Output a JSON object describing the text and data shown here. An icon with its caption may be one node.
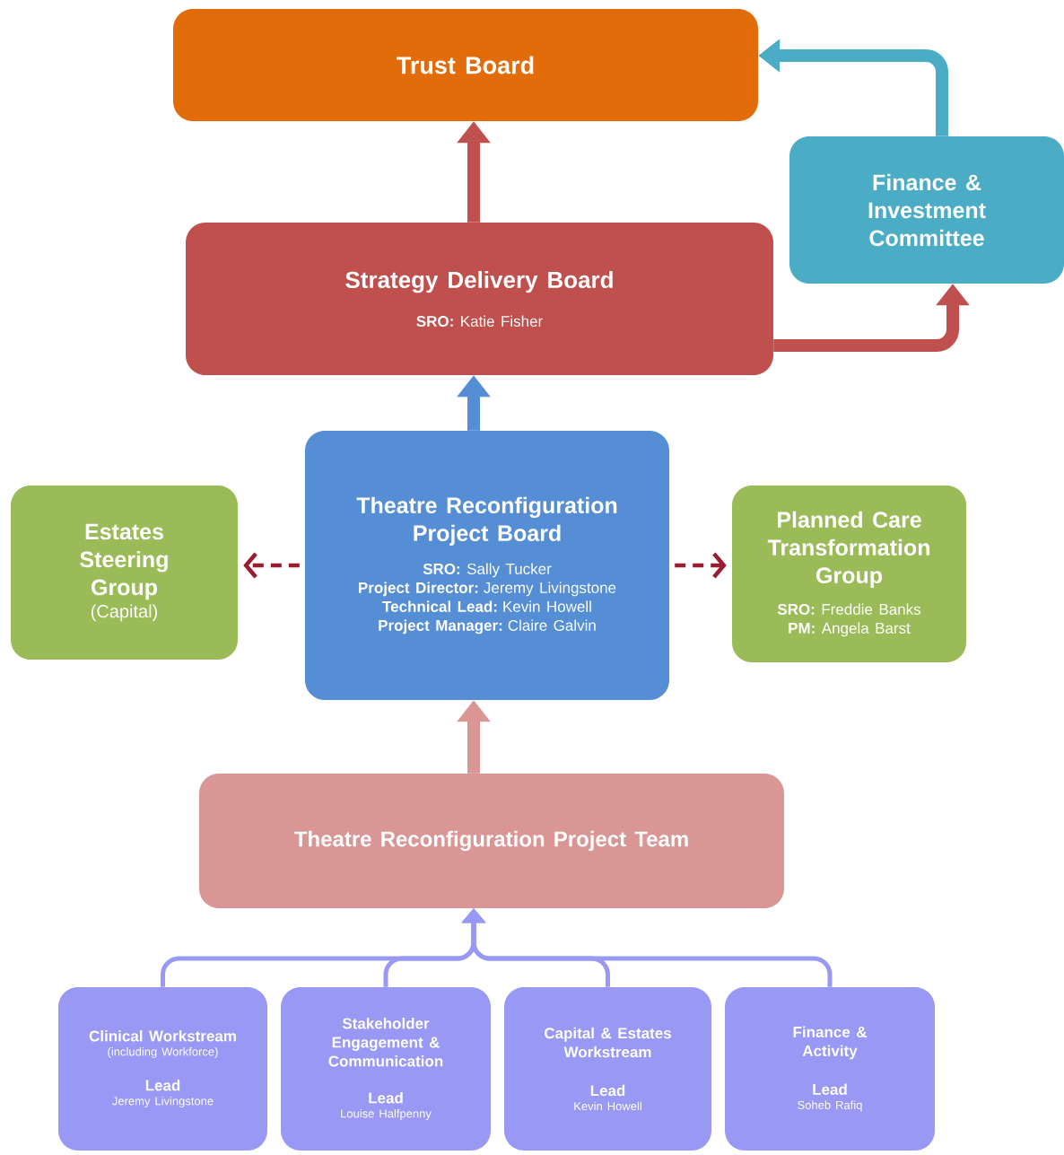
{
  "diagram": {
    "nodes": [
      {
        "text": [
          "Trust Board"
        ]
      },
      {
        "text": [
          "Finance & Investment Committee"
        ]
      },
      {
        "text": [
          "Strategy Delivery Board",
          "**SRO:** Katie Fisher"
        ]
      },
      {
        "text": [
          "Estates Steering Group",
          "(Capital)"
        ]
      },
      {
        "text": [
          "Theatre Reconfiguration Project Board",
          "**SRO:** Sally Tucker",
          "**Project Director:** Jeremy Livingstone",
          "**Technical Lead:** Kevin Howell",
          "**Project Manager:** Claire Galvin"
        ]
      },
      {
        "text": [
          "Planned Care Transformation Group",
          "**SRO:** Freddie Banks",
          "**PM:** Angela Barst"
        ]
      },
      {
        "text": [
          "Theatre Reconfiguration Project Team"
        ]
      },
      {
        "text": [
          "Clinical Workstream",
          "(including Workforce)",
          "Lead",
          "Jeremy Livingstone"
        ]
      },
      {
        "text": [
          "Stakeholder Engagement & Communication",
          "Lead",
          "Louise Halfpenny"
        ]
      },
      {
        "text": [
          "Capital & Estates Workstream",
          "Lead",
          "Kevin Howell"
        ]
      },
      {
        "text": [
          "Finance & Activity",
          "Lead",
          "Soheb Rafiq"
        ]
      }
    ],
    "edges": [
      {
        "from": 2,
        "to": 0,
        "arrow": "to",
        "style": "thick",
        "color": "#c0504d"
      },
      {
        "from": 2,
        "to": 1,
        "arrow": "to",
        "style": "thick",
        "color": "#c0504d"
      },
      {
        "from": 1,
        "to": 0,
        "arrow": "to",
        "style": "thick",
        "color": "#4bacc6"
      },
      {
        "from": 4,
        "to": 2,
        "arrow": "to",
        "style": "thick",
        "color": "#558ed5"
      },
      {
        "from": 4,
        "to": 3,
        "arrow": "to",
        "style": "dashed",
        "color": "#9b1b30"
      },
      {
        "from": 4,
        "to": 5,
        "arrow": "to",
        "style": "dashed",
        "color": "#9b1b30"
      },
      {
        "from": 6,
        "to": 4,
        "arrow": "to",
        "style": "thick",
        "color": "#d99694"
      },
      {
        "from": 7,
        "to": 6,
        "arrow": "to",
        "color": "#9999f5"
      },
      {
        "from": 8,
        "to": 6,
        "arrow": "to",
        "color": "#9999f5"
      },
      {
        "from": 9,
        "to": 6,
        "arrow": "to",
        "color": "#9999f5"
      },
      {
        "from": 10,
        "to": 6,
        "arrow": "to",
        "color": "#9999f5"
      }
    ]
  }
}
